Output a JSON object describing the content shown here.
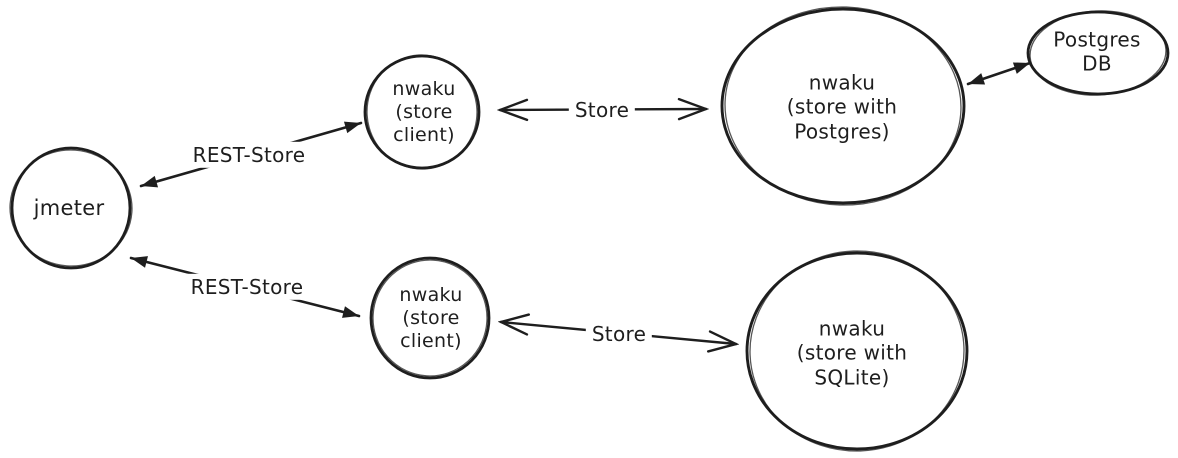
{
  "canvas": {
    "background_color": "#ffffff",
    "stroke_color": "#1e1e1e",
    "text_color": "#1e1e1e",
    "style": "hand-drawn whiteboard sketch"
  },
  "nodes": [
    {
      "id": "jmeter",
      "shape": "circle",
      "label_lines": [
        "jmeter"
      ]
    },
    {
      "id": "store-client-top",
      "shape": "circle",
      "label_lines": [
        "nwaku",
        "(store",
        "client)"
      ]
    },
    {
      "id": "store-client-bottom",
      "shape": "circle",
      "label_lines": [
        "nwaku",
        "(store",
        "client)"
      ]
    },
    {
      "id": "store-postgres",
      "shape": "ellipse",
      "label_lines": [
        "nwaku",
        "(store with",
        "Postgres)"
      ]
    },
    {
      "id": "store-sqlite",
      "shape": "circle",
      "label_lines": [
        "nwaku",
        "(store with",
        "SQLite)"
      ]
    },
    {
      "id": "postgres-db",
      "shape": "ellipse",
      "label_lines": [
        "Postgres",
        "DB"
      ]
    }
  ],
  "edges": [
    {
      "id": "rest-store-top",
      "from": "jmeter",
      "to": "store-client-top",
      "label": "REST-Store",
      "arrowheads": "filled-both-ends"
    },
    {
      "id": "rest-store-bottom",
      "from": "jmeter",
      "to": "store-client-bottom",
      "label": "REST-Store",
      "arrowheads": "filled-both-ends"
    },
    {
      "id": "store-top",
      "from": "store-client-top",
      "to": "store-postgres",
      "label": "Store",
      "arrowheads": "open-both-ends"
    },
    {
      "id": "store-bottom",
      "from": "store-client-bottom",
      "to": "store-sqlite",
      "label": "Store",
      "arrowheads": "open-both-ends"
    },
    {
      "id": "postgres-db-link",
      "from": "store-postgres",
      "to": "postgres-db",
      "label": "",
      "arrowheads": "filled-both-ends"
    }
  ]
}
